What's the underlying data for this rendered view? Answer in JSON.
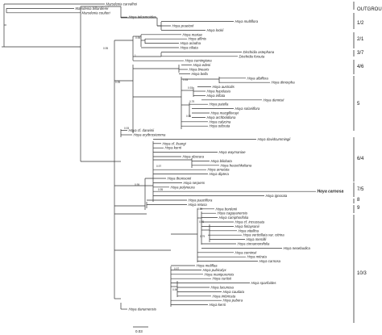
{
  "taxa": [
    "Marsdenia carvalhoi",
    "Marsdenia billardierei",
    "Marsdenia coulteri",
    "Hoya telosmoides",
    "Hoya multiflora",
    "Hoya praetorii",
    "Hoya lockii",
    "Hoya mariae",
    "Hoya affinis",
    "Hoya ariadna",
    "Hoya ciliata",
    "Dischidia astephana",
    "Dischidia forsuta",
    "Hoya cumingiana",
    "Hoya edeni",
    "Hoya linearis",
    "Hoya bella",
    "Hoya albiflora",
    "Hoya dimorpha",
    "Hoya australis",
    "Hoya hypolasia",
    "Hoya inflata",
    "Hoya dennisii",
    "Hoya patella",
    "Hoya solaniflora",
    "Hoya macgillivrayi",
    "Hoya archboldiana",
    "Hoya calycina",
    "Hoya odorata",
    "Hoya cf. darwinii",
    "Hoya erythrostemma",
    "Hoya davidcummingii",
    "Hoya cf. lisangi",
    "Hoya kerrii",
    "Hoya waymaniae",
    "Hoya obscura",
    "Hoya bilobata",
    "Hoya heuschkeliana",
    "Hoya arnutata",
    "Hoya diptera",
    "Hoya thomsonii",
    "Hoya serpens",
    "Hoya polyneura",
    "Hoya carnosa",
    "Hoya ignorata",
    "Hoya pauciflora",
    "Hoya retusa",
    "Hoya bordenii",
    "Hoya cagayanensis",
    "Hoya camphorifolia",
    "Hoya cf. incrassata",
    "Hoya finlaysonii",
    "Hoya vitellina",
    "Hoya verticillata var. citrina",
    "Hoya merrillii",
    "Hoya cinnamomifolia",
    "Hoya neoebudica",
    "Hoya cominsii",
    "Hoya mitrata",
    "Hoya carnosa",
    "Hoya meliflua",
    "Hoya pubicalyx",
    "Hoya manipurensis",
    "Hoya curtisii",
    "Hoya sparfoides",
    "Hoya lacunosa",
    "Hoya caudata",
    "Hoya imbricata",
    "Hoya pubera",
    "Hoya kerrii",
    "Hoya danumensis"
  ],
  "support_values": [
    "0.95",
    "0.95",
    "0.95",
    "1",
    "0.93",
    "0.95",
    "0.93",
    "0.93",
    "0.79",
    "0.95",
    "0.97",
    "0.95",
    "0.95",
    "0.78",
    "0.97",
    "0.96",
    "0.79"
  ],
  "clade_labels": [
    "OUTGROUPS",
    "1/2",
    "2/1",
    "3/7",
    "4/6",
    "5",
    "6/4",
    "7/5",
    "8",
    "9",
    "10/3"
  ],
  "scale_label": "0.03"
}
